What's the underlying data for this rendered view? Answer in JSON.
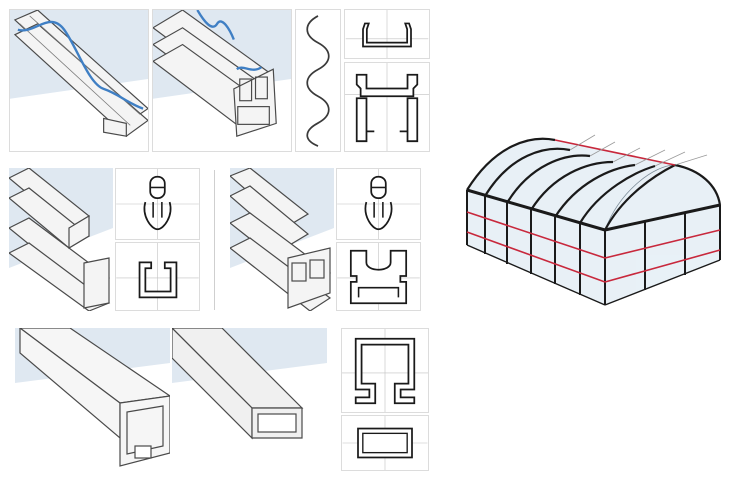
{
  "figure": {
    "title": "",
    "caption": "",
    "accent_colors": {
      "wire_blue": "#3f7fc4",
      "strut_red": "#c8283c",
      "pane_tint": "#dfe8f1",
      "frame_dark": "#1a1a1a",
      "outline": "#4a4a4a"
    },
    "components": [
      {
        "name": "locking-channel-with-wiggle-wire",
        "view": "isometric"
      },
      {
        "name": "double-locking-channel-with-wiggle-wire",
        "view": "isometric"
      },
      {
        "name": "wiggle-wire",
        "view": "side-profile"
      },
      {
        "name": "locking-channel",
        "view": "cross-section"
      },
      {
        "name": "double-locking-channel",
        "view": "cross-section"
      },
      {
        "name": "clip-profile-on-c-channel",
        "view": "isometric"
      },
      {
        "name": "clip-insert",
        "view": "cross-section"
      },
      {
        "name": "c-channel",
        "view": "cross-section"
      },
      {
        "name": "clip-profile-on-double-channel",
        "view": "isometric"
      },
      {
        "name": "clip-insert-double",
        "view": "cross-section"
      },
      {
        "name": "double-c-channel",
        "view": "cross-section"
      },
      {
        "name": "lipped-square-channel",
        "view": "isometric"
      },
      {
        "name": "rectangular-hollow-tube",
        "view": "isometric"
      },
      {
        "name": "lipped-square-channel",
        "view": "cross-section"
      },
      {
        "name": "rectangular-hollow-tube",
        "view": "cross-section"
      },
      {
        "name": "arched-greenhouse-frame",
        "view": "isometric"
      }
    ]
  }
}
